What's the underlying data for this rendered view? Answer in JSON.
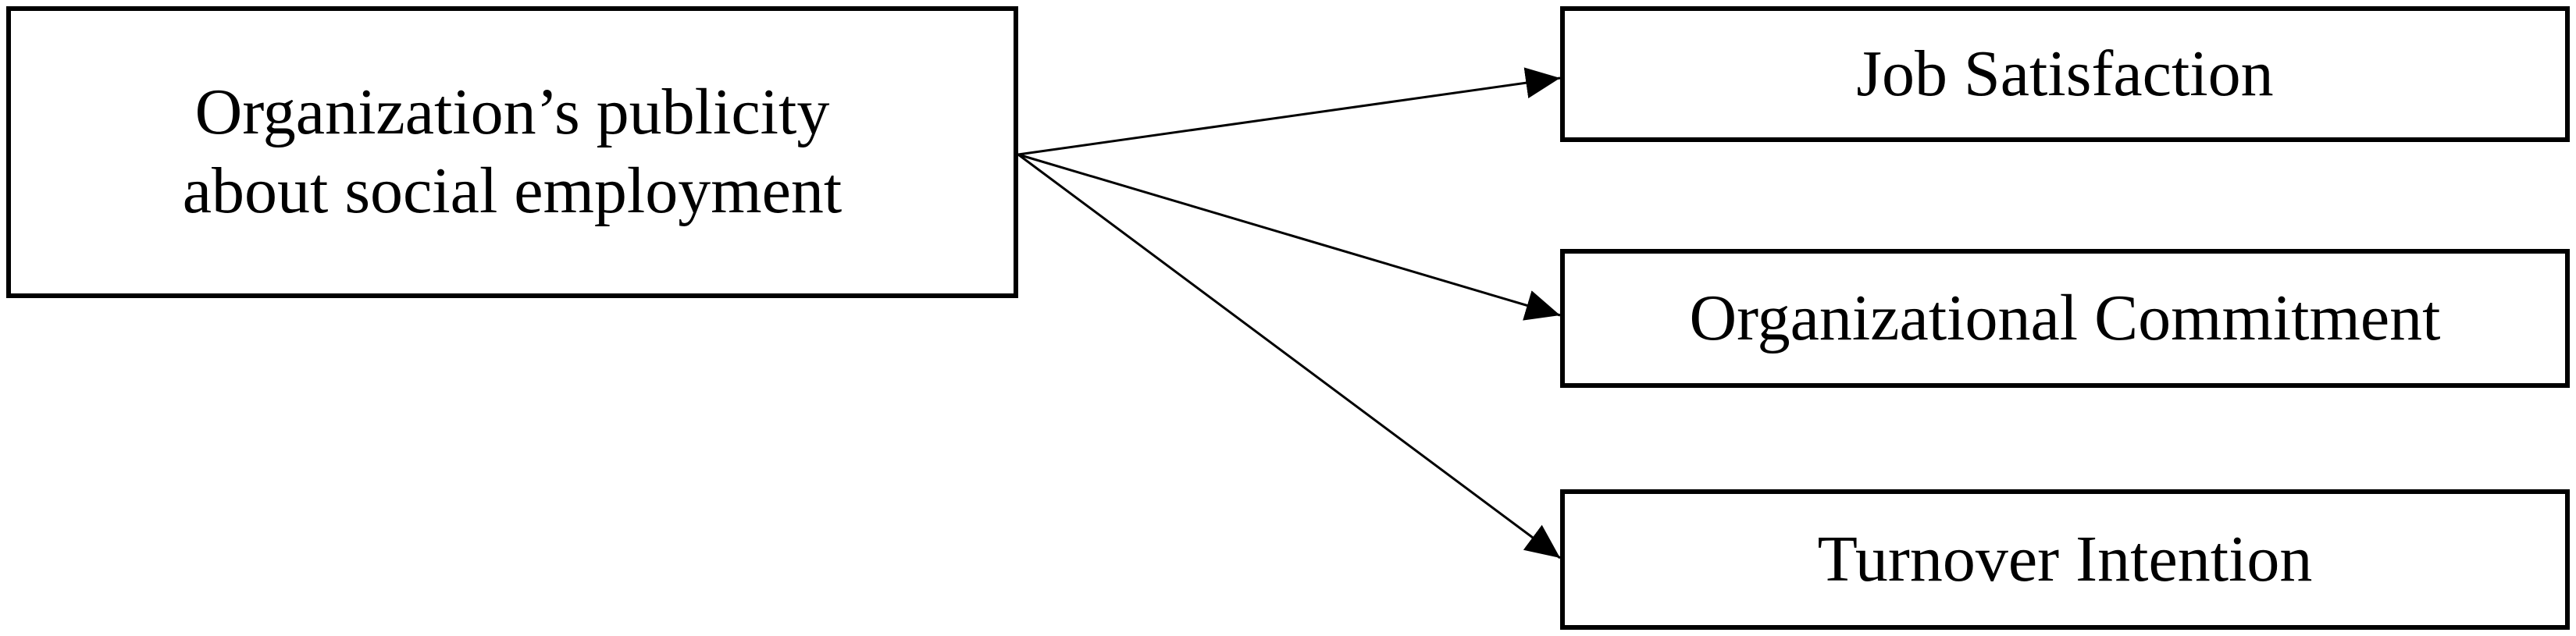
{
  "diagram": {
    "source": {
      "line1": "Organization’s publicity",
      "line2": "about social employment"
    },
    "targets": [
      {
        "label": "Job Satisfaction"
      },
      {
        "label": "Organizational Commitment"
      },
      {
        "label": "Turnover Intention"
      }
    ],
    "colors": {
      "stroke": "#000000",
      "fill": "#ffffff",
      "text": "#000000"
    }
  }
}
